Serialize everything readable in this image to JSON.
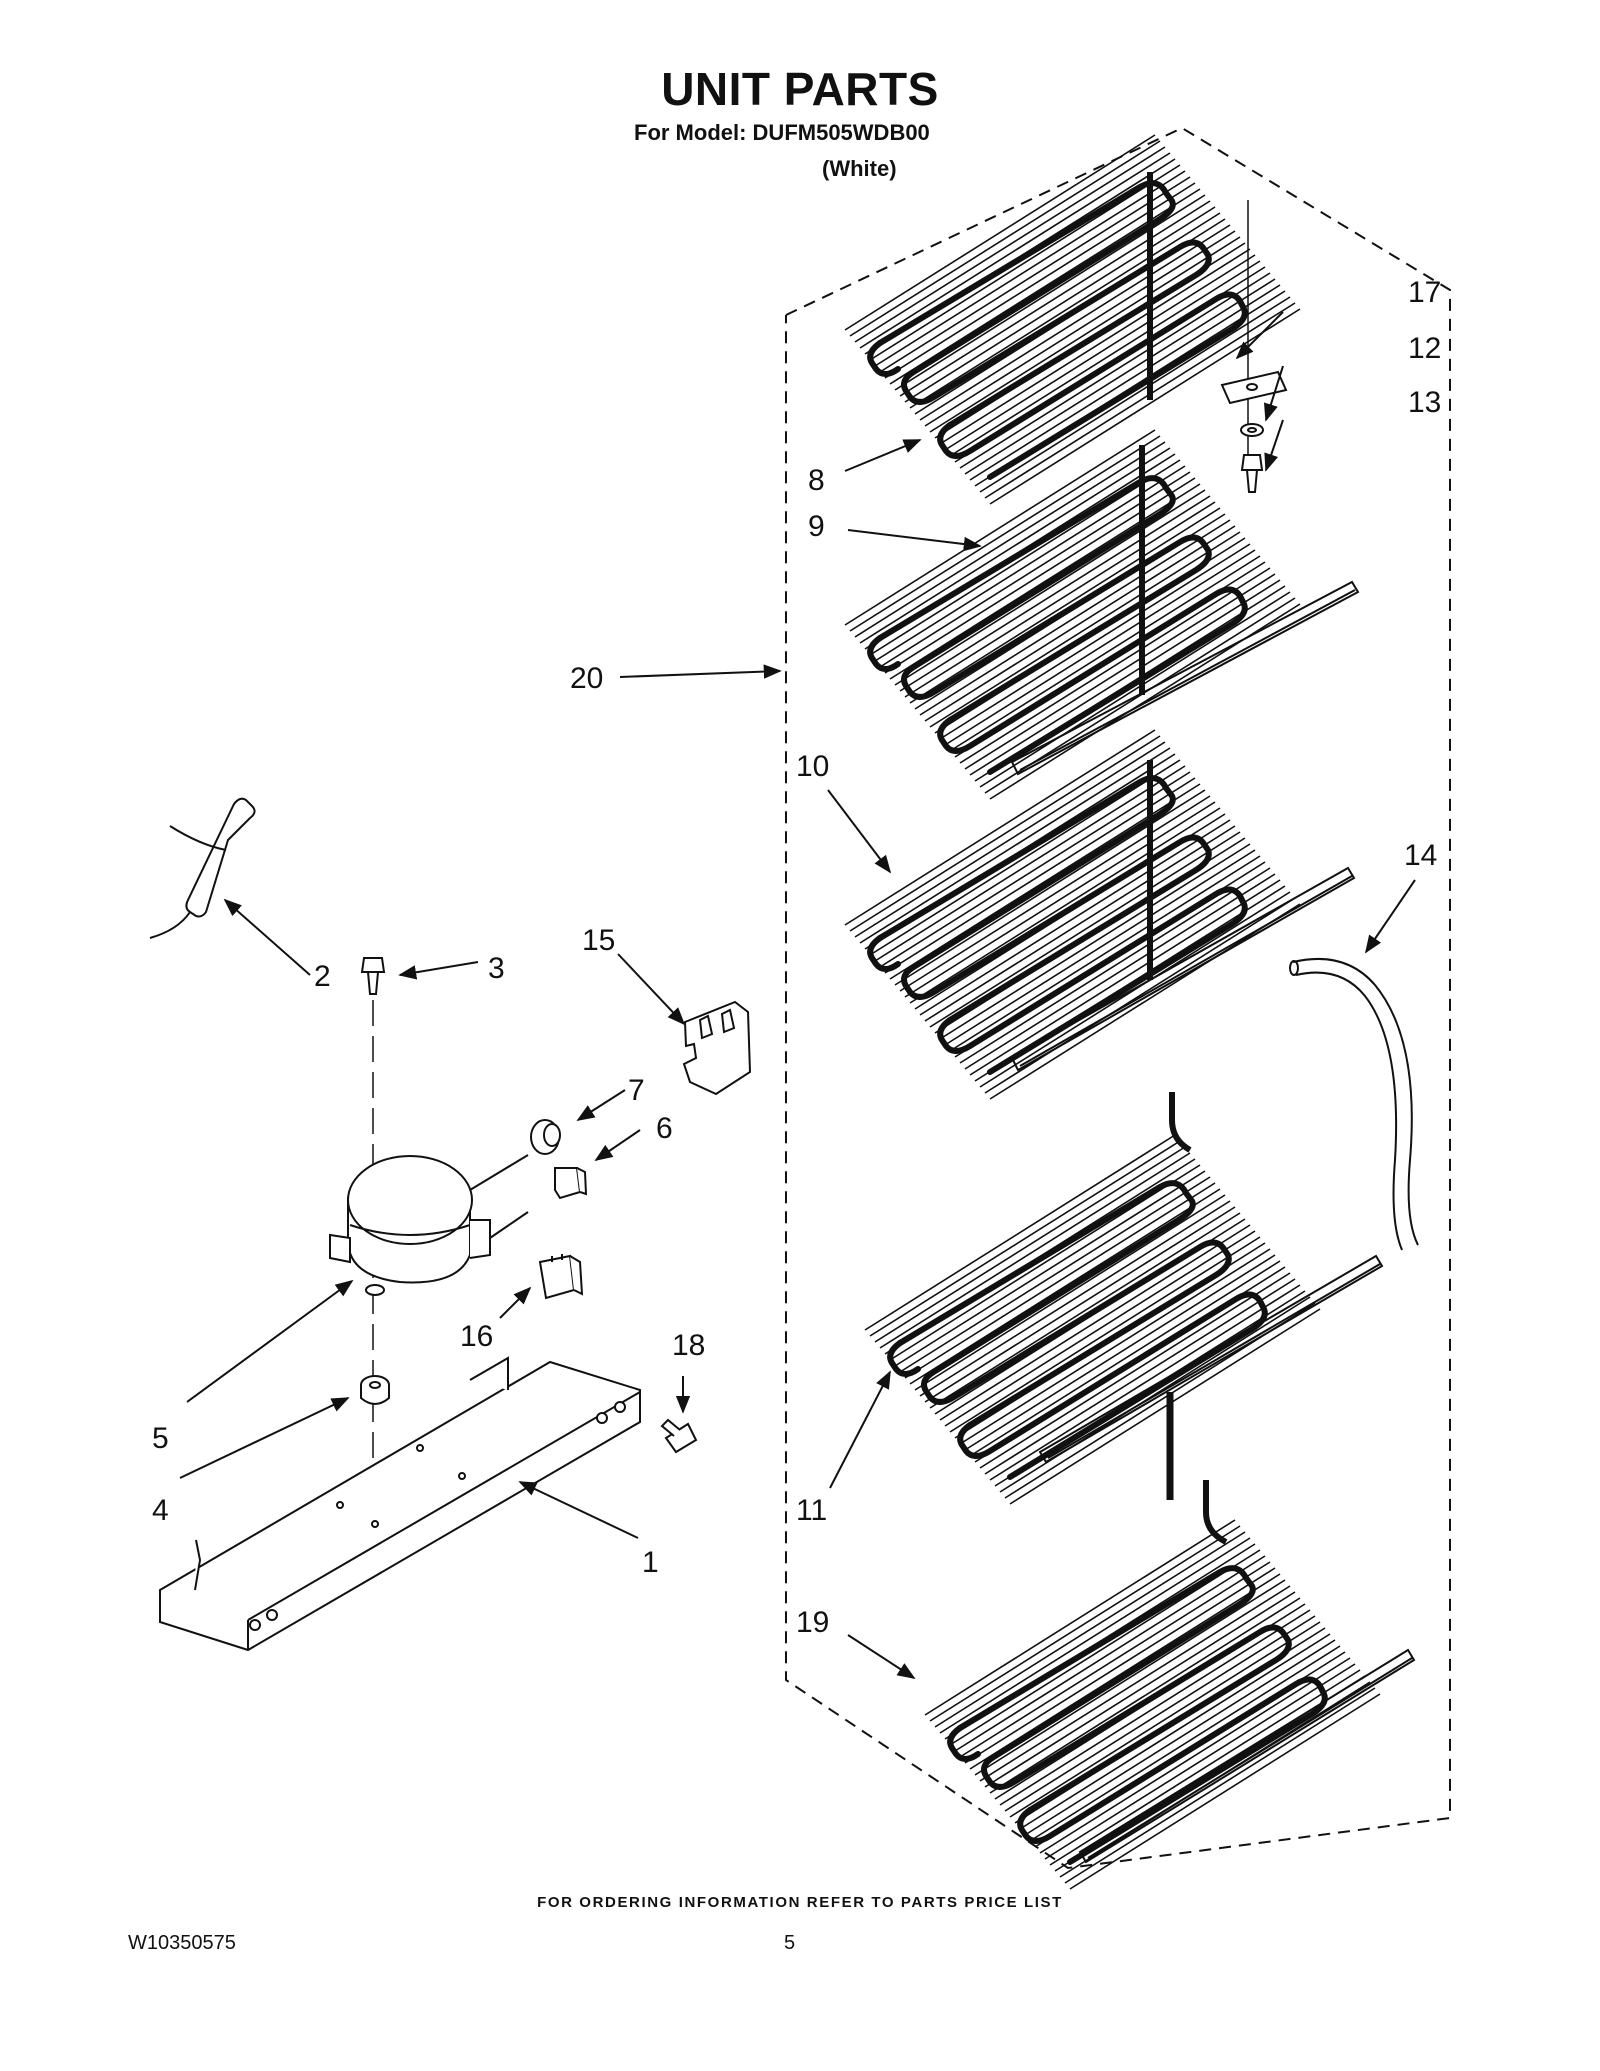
{
  "header": {
    "title": "UNIT PARTS",
    "model_line": "For Model: DUFM505WDB00",
    "variant": "(White)"
  },
  "footer": {
    "ordering_note": "FOR ORDERING INFORMATION REFER TO PARTS PRICE LIST",
    "document_number": "W10350575",
    "page_number": "5"
  },
  "callouts": {
    "c1": "1",
    "c2": "2",
    "c3": "3",
    "c4": "4",
    "c5": "5",
    "c6": "6",
    "c7": "7",
    "c8": "8",
    "c9": "9",
    "c10": "10",
    "c11": "11",
    "c12": "12",
    "c13": "13",
    "c14": "14",
    "c15": "15",
    "c16": "16",
    "c17": "17",
    "c18": "18",
    "c19": "19",
    "c20": "20"
  }
}
